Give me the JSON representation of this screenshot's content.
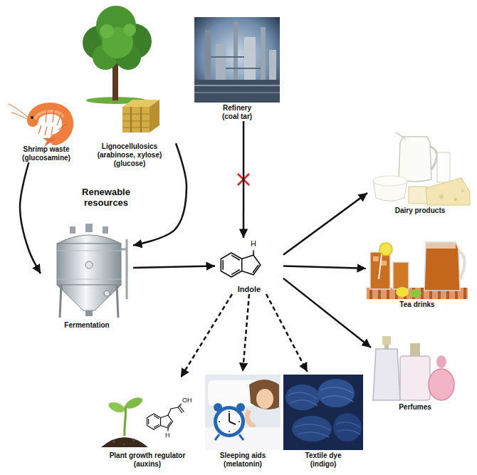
{
  "diagram": {
    "nodes": [
      {
        "text": [
          "Shrimp waste (glucosamine)"
        ]
      },
      {
        "text": [
          "Lignocellulosics (arabinose, xylose) (glucose)"
        ]
      },
      {
        "text": [
          "Refinery (coal tar)"
        ]
      },
      {
        "text": [
          "Fermentation"
        ]
      },
      {
        "text": [
          "Indole"
        ]
      },
      {
        "text": [
          "Dairy products"
        ]
      },
      {
        "text": [
          "Tea drinks"
        ]
      },
      {
        "text": [
          "Perfumes"
        ]
      },
      {
        "text": [
          "Plant growth regulator (auxins)"
        ]
      },
      {
        "text": [
          "Sleeping aids (melatonin)"
        ]
      },
      {
        "text": [
          "Textile dye (indigo)"
        ]
      }
    ],
    "edges": [
      {
        "from": 0,
        "to": 3,
        "arrow": "to"
      },
      {
        "from": 1,
        "to": 3,
        "arrow": "to"
      },
      {
        "from": 2,
        "to": 4,
        "arrow": "to"
      },
      {
        "from": 3,
        "to": 4,
        "arrow": "to"
      },
      {
        "from": 4,
        "to": 5,
        "arrow": "to"
      },
      {
        "from": 4,
        "to": 6,
        "arrow": "to"
      },
      {
        "from": 4,
        "to": 7,
        "arrow": "to"
      },
      {
        "from": 4,
        "to": 8,
        "arrow": "to"
      },
      {
        "from": 4,
        "to": 9,
        "arrow": "to"
      },
      {
        "from": 4,
        "to": 10,
        "arrow": "to"
      }
    ],
    "labels": [
      "Renewable resources",
      "H",
      "OH",
      "H"
    ]
  }
}
